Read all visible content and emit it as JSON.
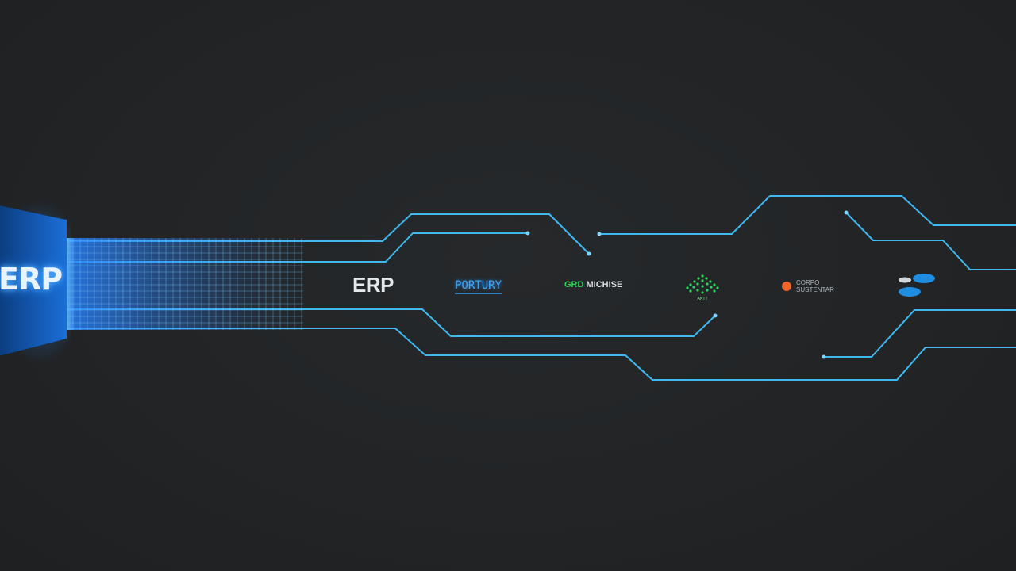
{
  "panel": {
    "label": "ERP"
  },
  "logos": {
    "erp": "ERP",
    "portal": "PORTURY",
    "green_prefix": "GRD",
    "green_rest": " MICHISE",
    "tree_caption": "ANTT",
    "orange_line1": "CORPO",
    "orange_line2": "SUSTENTAR"
  },
  "colors": {
    "background": "#222426",
    "trace": "#3fb8f0",
    "glow": "#1e90ff",
    "green": "#2fd35a",
    "orange": "#f2622b"
  }
}
